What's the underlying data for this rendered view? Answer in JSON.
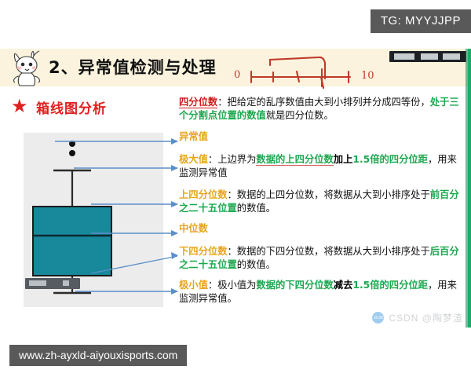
{
  "overlay": {
    "tg_tag": "TG: MYYJJPP",
    "footer_url": "www.zh-ayxld-aiyouxisports.com"
  },
  "slide": {
    "title": "2、异常值检测与处理",
    "section_heading": "箱线图分析",
    "star_icon": "star-icon",
    "mascot_icon": "mascot-rabbit-icon",
    "handwriting": {
      "left_label": "0",
      "right_label": "10",
      "color": "#c0392b"
    },
    "watermark": {
      "text": "CSDN @陶梦渣",
      "badge": "1h:00"
    },
    "colors": {
      "header_band": "#fbf3dd",
      "box_fill": "#17899a",
      "accent_red": "#d01b1b",
      "accent_orange": "#e8a41c",
      "accent_green": "#1ba84f",
      "leader_blue": "#5b8fc9",
      "plot_bg": "#ececec",
      "edge_green": "#1faa6b"
    }
  },
  "definition": {
    "term": "四分位数",
    "text_a": "：把给定的乱序数值由大到小排列并分成四等份，",
    "highlight": "处于三个分割点位置的数值",
    "text_b": "就是四分位数。"
  },
  "annotations": [
    {
      "id": "outlier",
      "label": "异常值",
      "label_color": "#e8a41c",
      "body": []
    },
    {
      "id": "max",
      "label": "极大值",
      "label_color": "#e8a41c",
      "body": [
        {
          "text": "：上边界为",
          "style": "black"
        },
        {
          "text": "数据的上四分位数",
          "style": "green-underline"
        },
        {
          "text": "加上",
          "style": "bold-black"
        },
        {
          "text": "1.5倍的四分位距",
          "style": "green"
        },
        {
          "text": "，用来监测异常值",
          "style": "black"
        }
      ]
    },
    {
      "id": "q3",
      "label": "上四分位数",
      "label_color": "#e8a41c",
      "body": [
        {
          "text": "：数据的上四分位数，将数据从大到小排序处于",
          "style": "black"
        },
        {
          "text": "前百分之二十五位置",
          "style": "green"
        },
        {
          "text": "的数值。",
          "style": "black"
        }
      ]
    },
    {
      "id": "median",
      "label": "中位数",
      "label_color": "#e8a41c",
      "body": []
    },
    {
      "id": "q1",
      "label": "下四分位数",
      "label_color": "#e8a41c",
      "body": [
        {
          "text": "：数据的下四分位数，将数据从大到小排序处于",
          "style": "black"
        },
        {
          "text": "后百分之二十五位置",
          "style": "green"
        },
        {
          "text": "的数值。",
          "style": "black"
        }
      ]
    },
    {
      "id": "min",
      "label": "极小值",
      "label_color": "#e8a41c",
      "body": [
        {
          "text": "：极小值为",
          "style": "black"
        },
        {
          "text": "数据的下四分位数",
          "style": "green"
        },
        {
          "text": "减去",
          "style": "bold-black"
        },
        {
          "text": "1.5倍的四分位距",
          "style": "green"
        },
        {
          "text": "，用来监测异常值。",
          "style": "black"
        }
      ]
    }
  ],
  "chart_data": {
    "type": "box",
    "title": "箱线图分析",
    "orientation": "vertical",
    "box": {
      "min_whisker": 0.06,
      "q1": 0.22,
      "median": 0.5,
      "q3": 0.78,
      "max_whisker": 0.92,
      "outliers": [
        1.03,
        1.07
      ]
    },
    "parts": [
      {
        "name": "异常值",
        "role": "outlier points"
      },
      {
        "name": "极大值",
        "role": "upper whisker cap"
      },
      {
        "name": "上四分位数",
        "role": "box top edge (Q3)"
      },
      {
        "name": "中位数",
        "role": "median line"
      },
      {
        "name": "下四分位数",
        "role": "box bottom edge (Q1)"
      },
      {
        "name": "极小值",
        "role": "lower whisker cap"
      }
    ],
    "grid": false,
    "legend": "none"
  }
}
